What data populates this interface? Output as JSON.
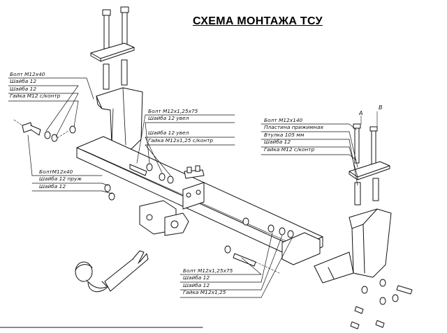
{
  "title": "СХЕМА МОНТАЖА ТСУ",
  "callouts": {
    "top_left": [
      "Болт M12x40",
      "Шайба 12",
      "Шайба 12",
      "Гайка M12 с/контр"
    ],
    "middle": [
      "Болт M12x1,25x75",
      "Шайба 12 увел",
      "Шайба 12 увел",
      "Гайка M12x1,25 с/контр"
    ],
    "left_lower": [
      "БолтM12x40",
      "Шайба 12 пруж",
      "Шайба 12"
    ],
    "right": [
      "Болт M12x140",
      "Пластина прижимная",
      "Втулка 105 мм",
      "Шайба 12",
      "Гайка M12 с/контр"
    ],
    "bottom": [
      "Болт M12x1,25x75",
      "Шайба 12",
      "Шайба 12",
      "Гайка M12x1,25"
    ]
  },
  "bolt_labels": {
    "a": "A",
    "b": "B"
  }
}
